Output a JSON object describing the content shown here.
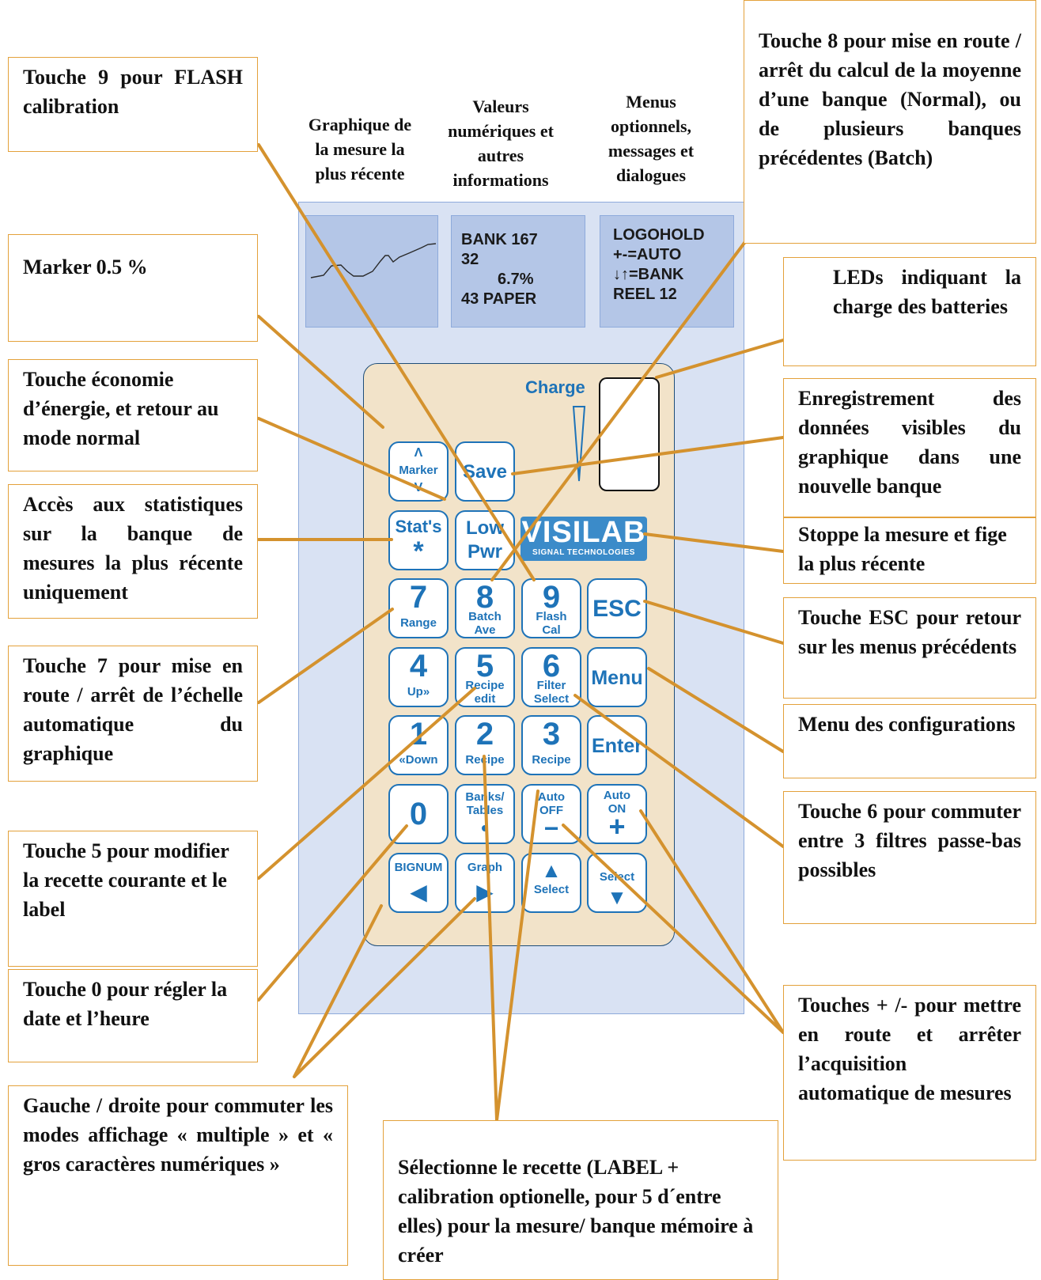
{
  "headers": {
    "graph": "Graphique de la mesure la plus récente",
    "values": "Valeurs numériques et autres informations",
    "menus": "Menus optionnels, messages et dialogues"
  },
  "screens": {
    "values": [
      "BANK 167",
      "32",
      "6.7%",
      "43 PAPER"
    ],
    "menus": [
      "LOGOHOLD",
      "+-=AUTO",
      "↓↑=BANK",
      "REEL 12"
    ]
  },
  "device": {
    "charge_label": "Charge",
    "brand": "VISILAB",
    "brand_sub": "SIGNAL TECHNOLOGIES"
  },
  "keys": {
    "marker": {
      "top": "Λ",
      "label": "Marker",
      "bottom": "V"
    },
    "save": {
      "label": "Save"
    },
    "stats": {
      "label": "Stat's",
      "glyph": "*"
    },
    "lowpwr": {
      "label1": "Low",
      "label2": "Pwr"
    },
    "k7": {
      "num": "7",
      "sub": "Range"
    },
    "k8": {
      "num": "8",
      "sub1": "Batch",
      "sub2": "Ave"
    },
    "k9": {
      "num": "9",
      "sub1": "Flash",
      "sub2": "Cal"
    },
    "esc": {
      "label": "ESC"
    },
    "k4": {
      "num": "4",
      "sub": "Up»"
    },
    "k5": {
      "num": "5",
      "sub1": "Recipe",
      "sub2": "edit"
    },
    "k6": {
      "num": "6",
      "sub1": "Filter",
      "sub2": "Select"
    },
    "menu": {
      "label": "Menu"
    },
    "k1": {
      "num": "1",
      "sub": "«Down"
    },
    "k2": {
      "num": "2",
      "sub": "Recipe"
    },
    "k3": {
      "num": "3",
      "sub": "Recipe"
    },
    "enter": {
      "label": "Enter"
    },
    "k0": {
      "num": "0"
    },
    "banks": {
      "sub1": "Banks/",
      "sub2": "Tables",
      "glyph": "•"
    },
    "autooff": {
      "sub1": "Auto",
      "sub2": "OFF",
      "glyph": "−"
    },
    "autoon": {
      "sub1": "Auto",
      "sub2": "ON",
      "glyph": "+"
    },
    "bignum": {
      "label": "BIGNUM",
      "glyph": "◀"
    },
    "graph": {
      "label": "Graph",
      "glyph": "▶"
    },
    "selup": {
      "glyph": "▲",
      "label": "Select"
    },
    "seldown": {
      "label": "Select",
      "glyph": "▼"
    }
  },
  "notes": {
    "touche9": "Touche 9 pour FLASH calibration",
    "marker": "Marker 0.5 %",
    "economie": "Touche économie d’énergie, et retour au mode normal",
    "stats": "Accès aux statistiques sur la banque de mesures la plus récente uniquement",
    "touche7": "Touche 7 pour mise en route / arrêt de l’échelle automatique du graphique",
    "touche5": "Touche 5 pour modifier la recette courante et le label",
    "touche0": "Touche 0 pour régler la date et l’heure",
    "gauche": "Gauche / droite pour commuter les modes affichage « multiple » et « gros caractères numériques »",
    "selection": "Sélectionne le recette (LABEL + calibration optionelle, pour 5 d´entre elles) pour la mesure/ banque mémoire à créer",
    "touche8": "Touche 8 pour mise en route / arrêt du calcul de la moyenne d’une banque (Normal), ou de plusieurs banques précédentes (Batch)",
    "leds": "LEDs indiquant la charge des batteries",
    "enregistrement": "Enregistrement des données visibles du graphique dans une nouvelle banque",
    "stoppe": "Stoppe la mesure et fige la plus récente",
    "esc": "Touche ESC pour retour sur les menus précédents",
    "menu": "Menu des configurations",
    "touche6": "Touche 6 pour commuter entre 3 filtres passe-bas possibles",
    "plusmoins": "Touches + /- pour mettre en route et arrêter l’acquisition automatique de mesures"
  },
  "colors": {
    "callout_line": "#d4922e",
    "key_blue": "#1e73b8",
    "device_bg": "#d9e2f3",
    "screen_bg": "#b4c6e7",
    "keypad_bg": "#f2e3c9"
  }
}
